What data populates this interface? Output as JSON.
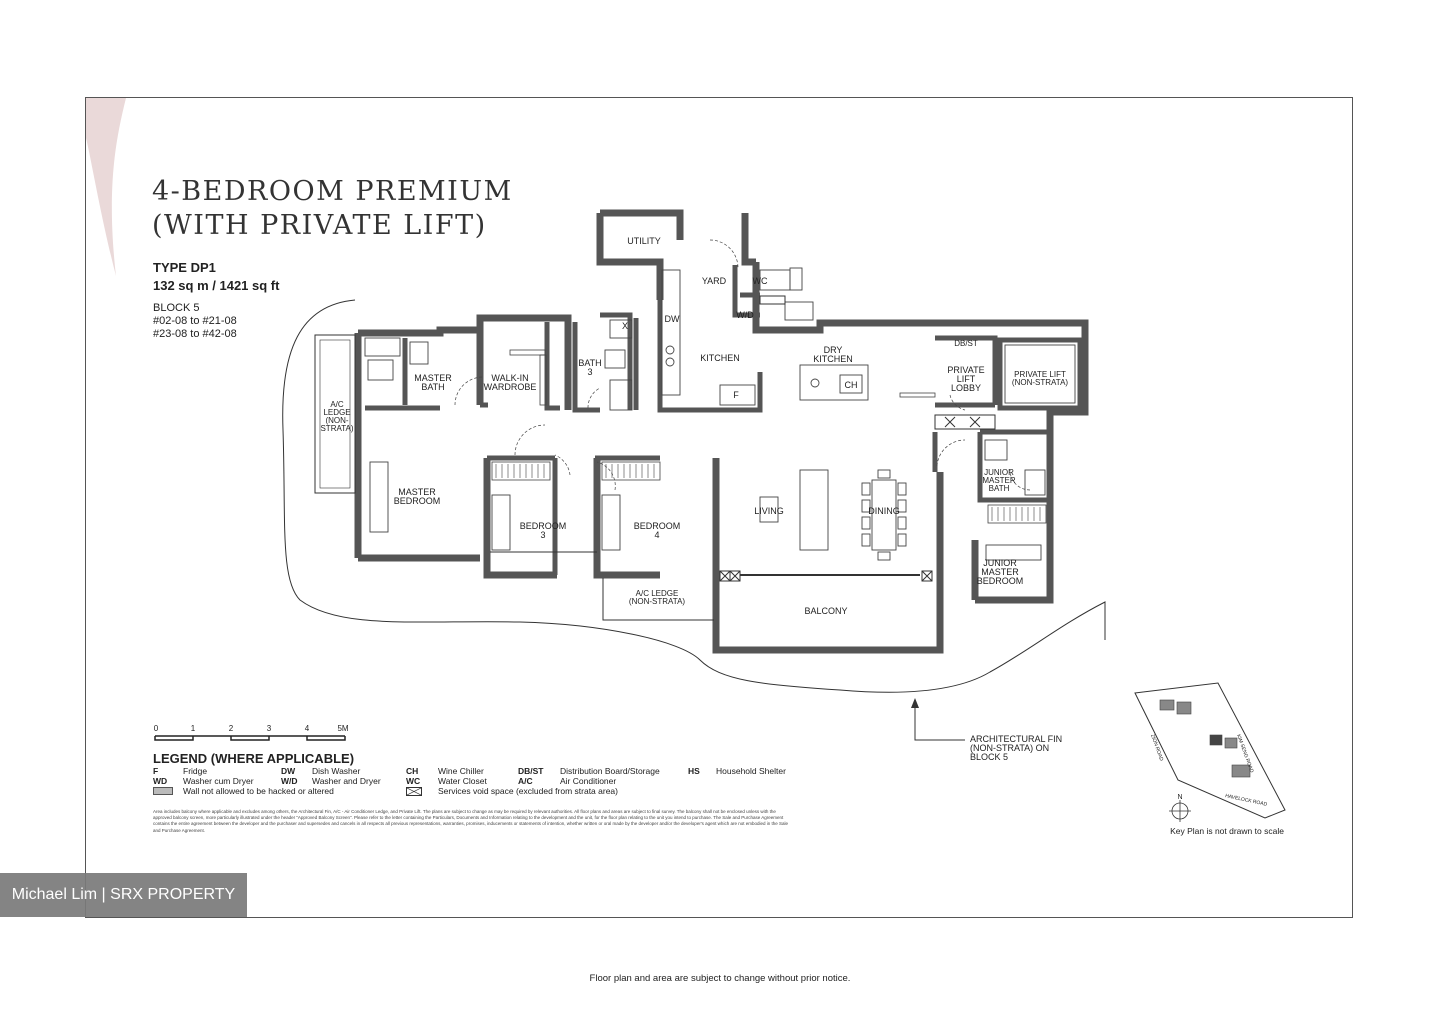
{
  "title": {
    "line1": "4-BEDROOM PREMIUM",
    "line2": "(WITH PRIVATE LIFT)"
  },
  "unit": {
    "type": "TYPE DP1",
    "area": "132 sq m / 1421 sq ft",
    "block": "BLOCK 5",
    "units_1": "#02-08 to #21-08",
    "units_2": "#23-08 to #42-08"
  },
  "rooms": {
    "utility": "UTILITY",
    "yard": "YARD",
    "wc": "WC",
    "wd": "W/D",
    "dw": "DW",
    "kitchen": "KITCHEN",
    "dry_kitchen_1": "DRY",
    "dry_kitchen_2": "KITCHEN",
    "ch": "CH",
    "f": "F",
    "x": "X",
    "bath3_1": "BATH",
    "bath3_2": "3",
    "master_bath_1": "MASTER",
    "master_bath_2": "BATH",
    "walkin_1": "WALK-IN",
    "walkin_2": "WARDROBE",
    "ac_ledge_1": "A/C",
    "ac_ledge_2": "LEDGE",
    "ac_ledge_3": "(NON-",
    "ac_ledge_4": "STRATA)",
    "master_bed_1": "MASTER",
    "master_bed_2": "BEDROOM",
    "bed3_1": "BEDROOM",
    "bed3_2": "3",
    "bed4_1": "BEDROOM",
    "bed4_2": "4",
    "living": "LIVING",
    "dining": "DINING",
    "dbst": "DB/ST",
    "lobby_1": "PRIVATE",
    "lobby_2": "LIFT",
    "lobby_3": "LOBBY",
    "plift_1": "PRIVATE LIFT",
    "plift_2": "(NON-STRATA)",
    "jm_bath_1": "JUNIOR",
    "jm_bath_2": "MASTER",
    "jm_bath_3": "BATH",
    "jm_bed_1": "JUNIOR",
    "jm_bed_2": "MASTER",
    "jm_bed_3": "BEDROOM",
    "ac_ledge2_1": "A/C LEDGE",
    "ac_ledge2_2": "(NON-STRATA)",
    "balcony": "BALCONY"
  },
  "fin_note": {
    "line1": "ARCHITECTURAL FIN",
    "line2": "(NON-STRATA) ON",
    "line3": "BLOCK 5"
  },
  "scale": {
    "t0": "0",
    "t1": "1",
    "t2": "2",
    "t3": "3",
    "t4": "4",
    "t5": "5M"
  },
  "legend": {
    "heading": "LEGEND (WHERE APPLICABLE)",
    "f_code": "F",
    "f_text": "Fridge",
    "wd_code": "WD",
    "wd_text": "Washer cum Dryer",
    "dw_code": "DW",
    "dw_text": "Dish Washer",
    "wd2_code": "W/D",
    "wd2_text": "Washer and Dryer",
    "ch_code": "CH",
    "ch_text": "Wine Chiller",
    "wc_code": "WC",
    "wc_text": "Water Closet",
    "dbst_code": "DB/ST",
    "dbst_text": "Distribution Board/Storage",
    "ac_code": "A/C",
    "ac_text": "Air Conditioner",
    "hs_code": "HS",
    "hs_text": "Household Shelter",
    "wall_text": "Wall not allowed to be hacked or altered",
    "void_text": "Services void space (excluded from strata area)"
  },
  "fine_print": "Area includes balcony where applicable and excludes among others, the Architectural Fin, A/C - Air Conditioner Ledge, and Private Lift. The plans are subject to change as may be required by relevant authorities. All floor plans and areas are subject to final survey. The balcony shall not be enclosed unless with the approved balcony screen, more particularly illustrated under the header \"Approved Balcony Screen\". Please refer to the letter containing the Particulars, Documents and Information relating to the development and the unit, for the floor plan relating to the unit you intend to purchase. The Sale and Purchase Agreement contains the entire agreement between the developer and the purchaser and supersedes and cancels in all respects all previous representations, warranties, promises, inducements or statements of intention, whether written or oral made by the developer and/or the developer's agent which are not embodied in the Sale and Purchase Agreement.",
  "keyplan": {
    "road_1": "KIM SENG ROAD",
    "road_2": "ZION ROAD",
    "road_3": "HAVELOCK ROAD",
    "north": "N",
    "note": "Key Plan is not drawn to scale"
  },
  "watermark": "Michael Lim | SRX PROPERTY",
  "bottom_note": "Floor plan and area are subject to change without prior notice.",
  "colors": {
    "wall": "#555555",
    "accent": "#e8d6d6",
    "watermark_bg": "#7a7a7a"
  }
}
